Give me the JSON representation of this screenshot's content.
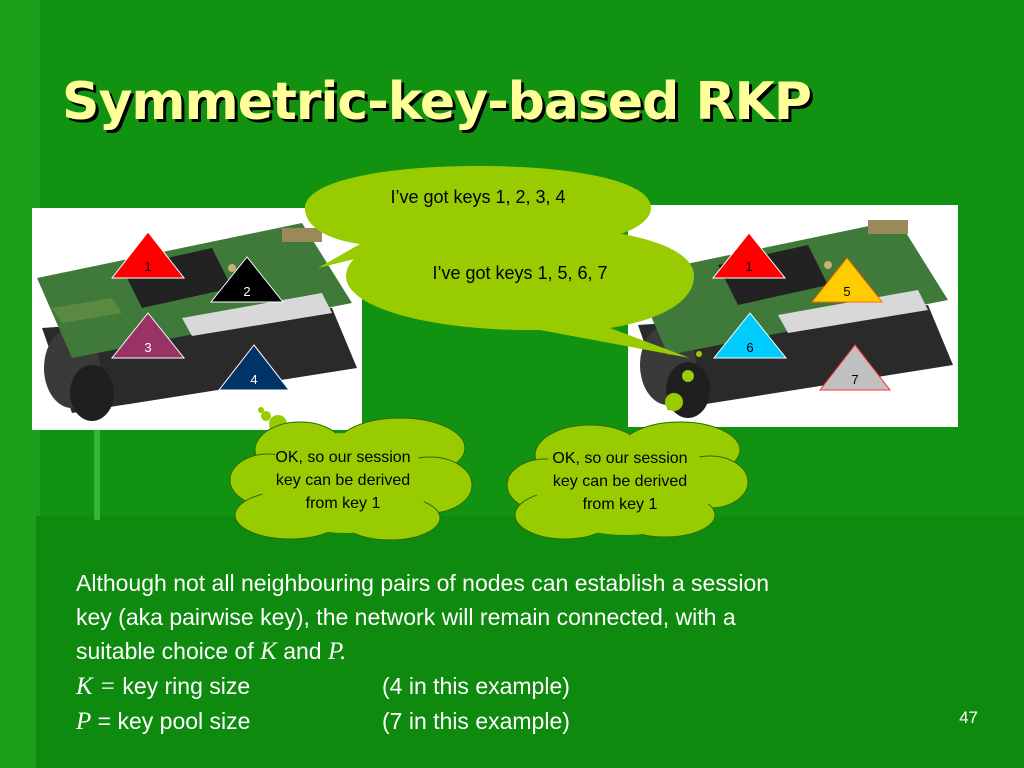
{
  "slide": {
    "title": "Symmetric-key-based RKP",
    "slide_number": "47",
    "colors": {
      "background": "#119311",
      "title": "#ffff99",
      "bubble": "#99cc00",
      "body_text": "#ffffff"
    }
  },
  "left_node": {
    "keys": [
      {
        "label": "1",
        "color": "#ff0000",
        "text_color": "#000000"
      },
      {
        "label": "2",
        "color": "#000000",
        "text_color": "#ffffff"
      },
      {
        "label": "3",
        "color": "#993366",
        "text_color": "#ffffff"
      },
      {
        "label": "4",
        "color": "#003366",
        "text_color": "#ffffff"
      }
    ],
    "speech": "I’ve got keys 1, 2, 3, 4",
    "thought": "OK, so our session key can be derived from key 1"
  },
  "right_node": {
    "keys": [
      {
        "label": "1",
        "color": "#ff0000",
        "text_color": "#000000"
      },
      {
        "label": "5",
        "color": "#ffcc00",
        "text_color": "#000000"
      },
      {
        "label": "6",
        "color": "#00ccff",
        "text_color": "#000000"
      },
      {
        "label": "7",
        "color": "#c0c0c0",
        "text_color": "#000000"
      }
    ],
    "speech": "I’ve got keys 1, 5, 6, 7",
    "thought": "OK, so our session key can be derived from key 1"
  },
  "body": {
    "line1": "Although not all neighbouring pairs of nodes can establish a session",
    "line2": "key (aka pairwise key), the network will remain connected, with a",
    "line3_pre": "suitable choice of",
    "var_k": "K",
    "line3_and": "and",
    "var_p": "P",
    "line3_end": ".",
    "k_eq": "=",
    "k_def": "key ring size",
    "k_example": "(4 in this example)",
    "p_eq": "=",
    "p_def": "key pool size",
    "p_example": "(7 in this example)"
  }
}
